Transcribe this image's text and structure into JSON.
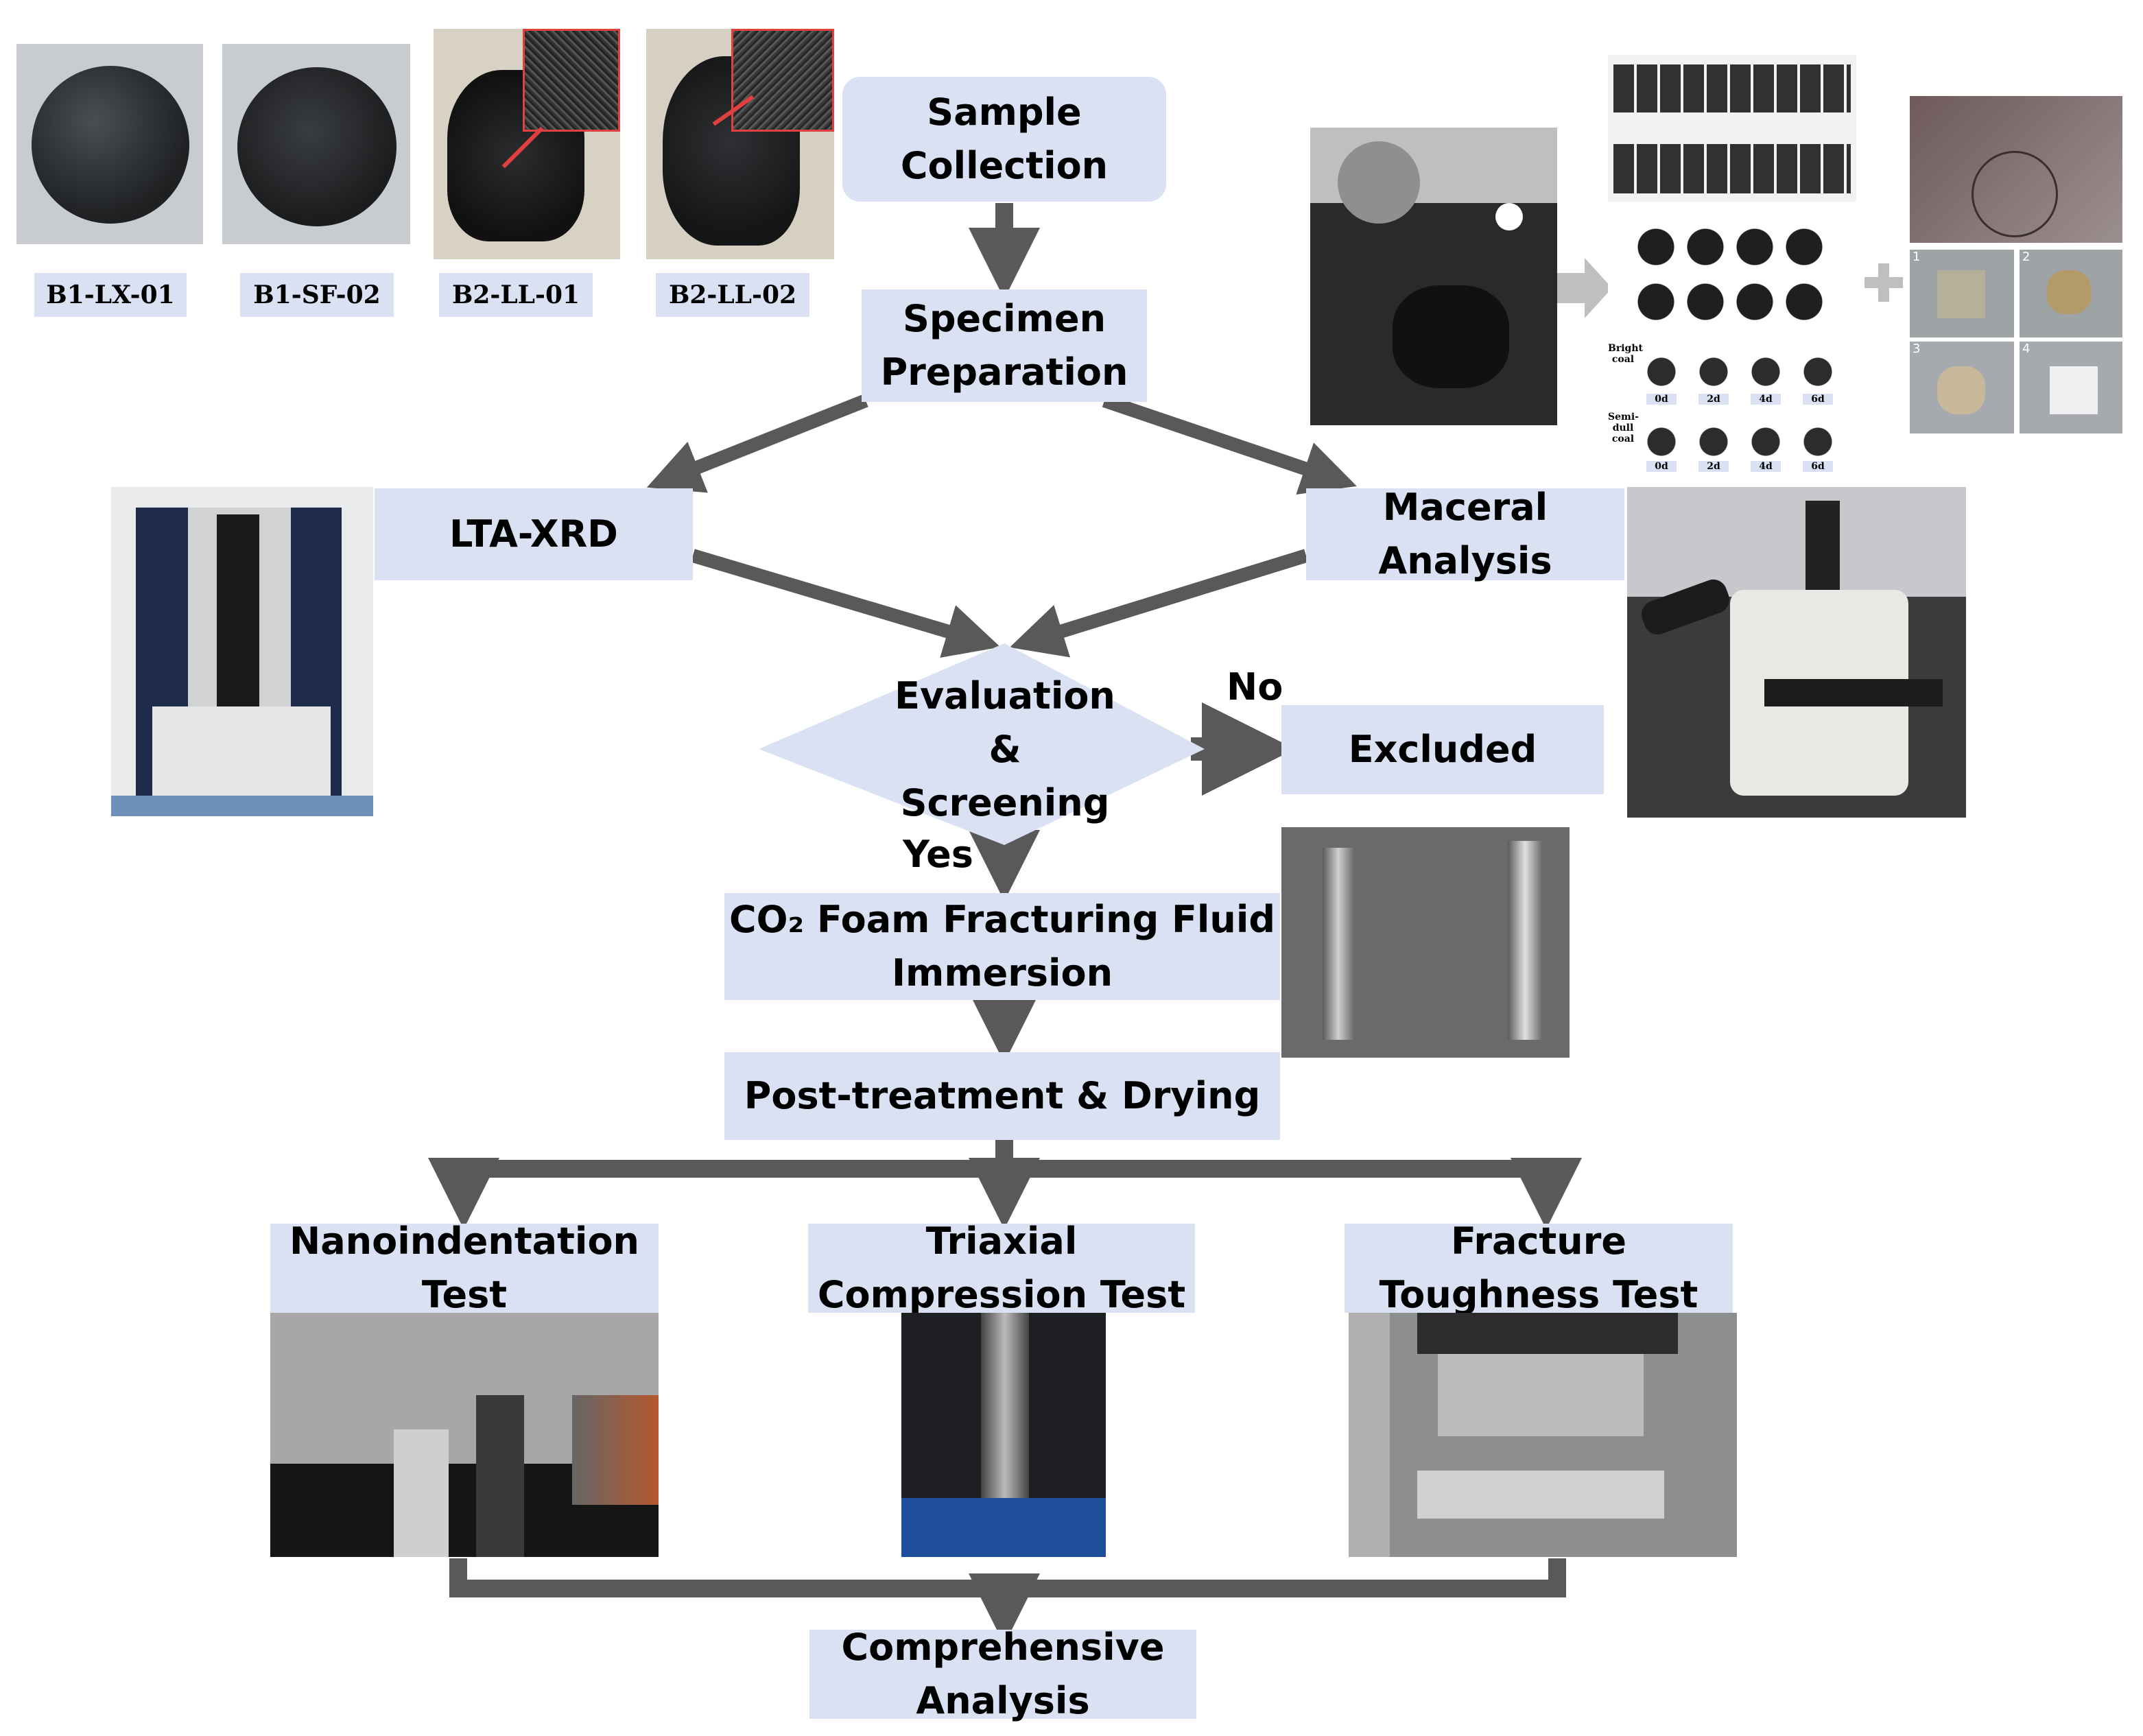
{
  "colors": {
    "box_fill": "#d9e1f2",
    "arrow": "#595959",
    "light_arrow": "#bfbfbf",
    "inset_border": "#e04040"
  },
  "samples": {
    "tags": [
      "B1-LX-01",
      "B1-SF-02",
      "B2-LL-01",
      "B2-LL-02"
    ]
  },
  "flow": {
    "sample_collection": [
      "Sample",
      "Collection"
    ],
    "specimen_preparation": [
      "Specimen",
      "Preparation"
    ],
    "lta_xrd": "LTA-XRD",
    "maceral_analysis": [
      "Maceral",
      "Analysis"
    ],
    "evaluation": [
      "Evaluation",
      "&",
      "Screening"
    ],
    "no_label": "No",
    "yes_label": "Yes",
    "excluded": "Excluded",
    "co2_immersion": [
      "CO₂ Foam Fracturing Fluid",
      "Immersion"
    ],
    "post_treatment": "Post-treatment & Drying",
    "nanoindentation": [
      "Nanoindentation",
      "Test"
    ],
    "triaxial": [
      "Triaxial",
      "Compression Test"
    ],
    "fracture": [
      "Fracture",
      "Toughness Test"
    ],
    "comprehensive": [
      "Comprehensive",
      "Analysis"
    ]
  },
  "immersion_samples": {
    "rows": [
      {
        "label": [
          "Bright",
          "coal"
        ],
        "days": [
          "0d",
          "2d",
          "4d",
          "6d"
        ]
      },
      {
        "label": [
          "Semi-",
          "dull coal"
        ],
        "days": [
          "0d",
          "2d",
          "4d",
          "6d"
        ]
      }
    ]
  },
  "section_numbers": [
    "1",
    "2",
    "3",
    "4"
  ],
  "icons": [
    "plus-icon",
    "arrow-right-icon",
    "xrd-diffractometer-photo",
    "microscope-photo"
  ]
}
